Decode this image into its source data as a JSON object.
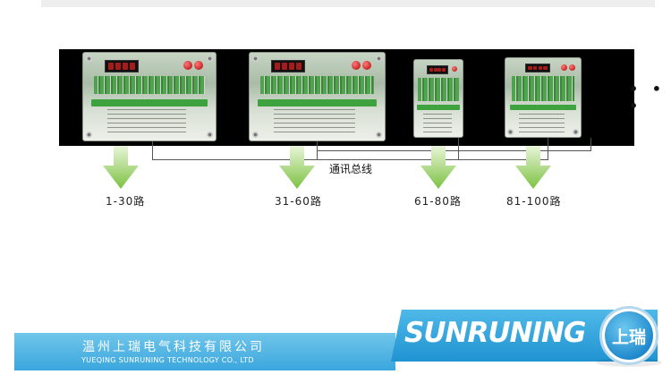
{
  "routes": [
    {
      "label": "1-30路"
    },
    {
      "label": "31-60路"
    },
    {
      "label": "61-80路"
    },
    {
      "label": "81-100路"
    }
  ],
  "bus": {
    "label": "通讯总线"
  },
  "more": {
    "symbol": "• • •"
  },
  "company": {
    "name_cn": "温州上瑞电气科技有限公司",
    "name_en": "YUEQING SUNRUNING TECHNOLOGY CO., LTD"
  },
  "logo": {
    "text": "SUNRUNING",
    "emblem": "上瑞"
  },
  "colors": {
    "arrow_green": "#7cc242",
    "band_blue": "#3aa6dd",
    "panel_black": "#000000"
  }
}
